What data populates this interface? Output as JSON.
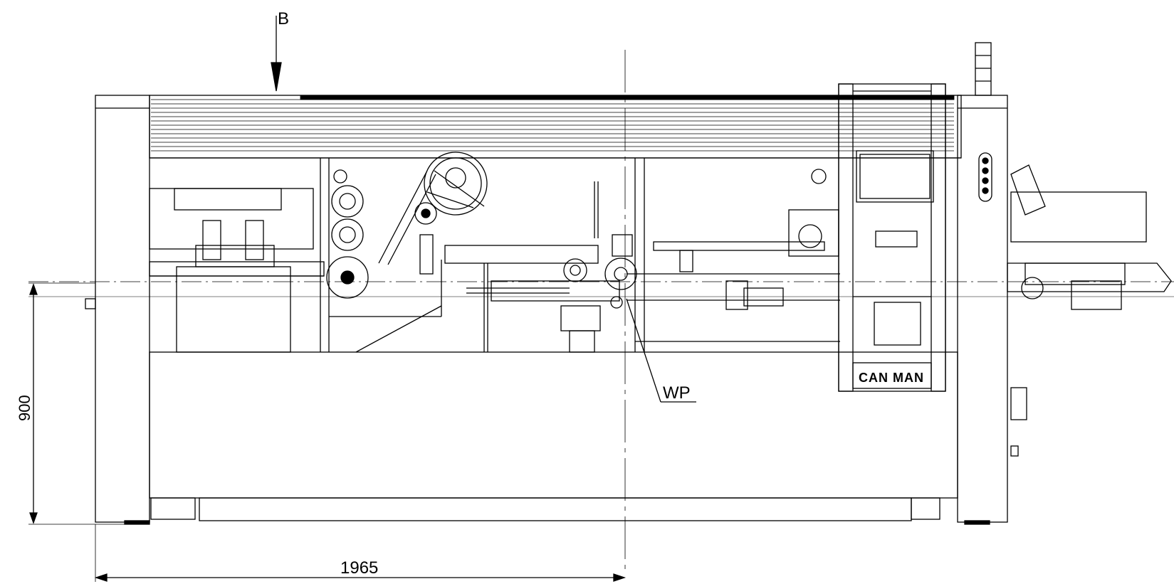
{
  "drawing": {
    "view_label": "B",
    "part_label": "WP",
    "dim_height": "900",
    "dim_width": "1965",
    "brand": "CAN MAN"
  }
}
